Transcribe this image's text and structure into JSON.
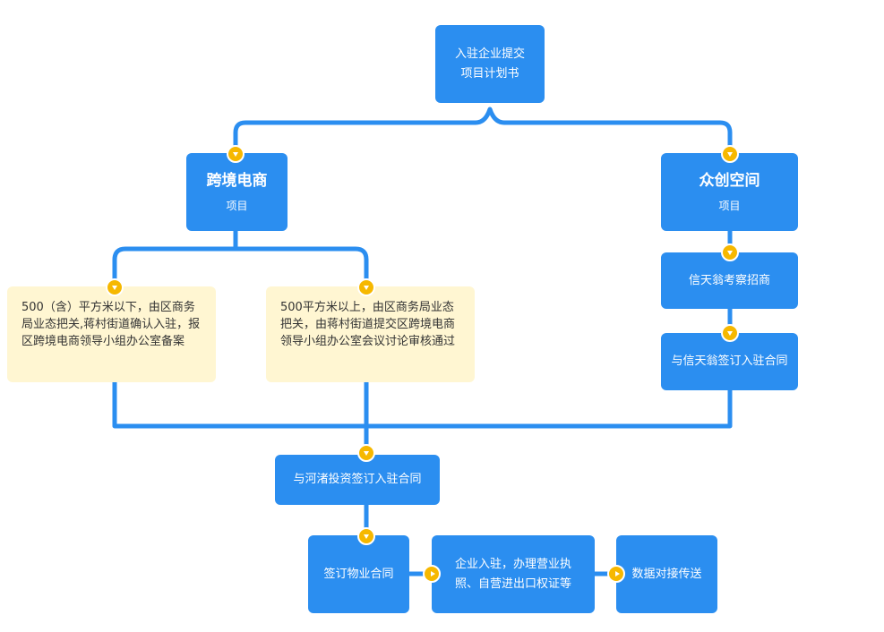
{
  "nodes": {
    "submit": {
      "line1": "入驻企业提交",
      "line2": "项目计划书"
    },
    "crossborder": {
      "title": "跨境电商",
      "sub": "项目"
    },
    "space": {
      "title": "众创空间",
      "sub": "项目"
    },
    "small": {
      "text": "500（含）平方米以下，由区商务局业态把关,蒋村街道确认入驻，报区跨境电商领导小组办公室备案"
    },
    "large": {
      "text": "500平方米以上，由区商务局业态把关，由蒋村街道提交区跨境电商领导小组办公室会议讨论审核通过"
    },
    "inspect": {
      "text": "信天翁考察招商"
    },
    "xtw_contract": {
      "text": "与信天翁签订入驻合同"
    },
    "hz_contract": {
      "text": "与河渚投资签订入驻合同"
    },
    "property": {
      "text": "签订物业合同"
    },
    "license": {
      "text": "企业入驻，办理营业执照、自营进出口权证等"
    },
    "data": {
      "text": "数据对接传送"
    }
  },
  "colors": {
    "box": "#2b8ef0",
    "note": "#fff6d2",
    "marker": "#f6b800"
  }
}
